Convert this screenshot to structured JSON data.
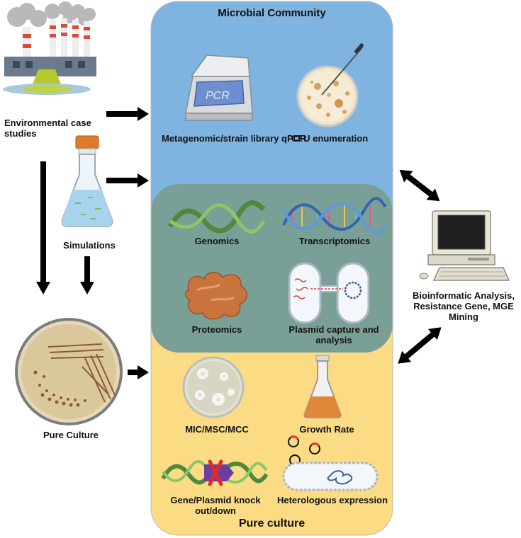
{
  "colors": {
    "top_panel": "#7fb3e0",
    "middle_panel": "#7a9f96",
    "bottom_panel": "#fbdc85",
    "arrow": "#000000"
  },
  "top_panel": {
    "title": "Microbial Community",
    "items": [
      {
        "icon": "pcr-machine-icon",
        "label": "Metagenomic/strain library qPCR"
      },
      {
        "icon": "petri-dish-colonies-icon",
        "label": "CFU enumeration"
      }
    ]
  },
  "middle_panel": {
    "items": [
      {
        "icon": "dna-strand-icon",
        "label": "Genomics"
      },
      {
        "icon": "double-helix-icon",
        "label": "Transcriptomics"
      },
      {
        "icon": "protein-icon",
        "label": "Proteomics"
      },
      {
        "icon": "plasmid-transfer-icon",
        "label": "Plasmid capture and analysis"
      }
    ]
  },
  "bottom_panel": {
    "title": "Pure culture",
    "items": [
      {
        "icon": "zone-of-inhibition-plate-icon",
        "label": "MIC/MSC/MCC"
      },
      {
        "icon": "culture-flask-icon",
        "label": "Growth Rate"
      },
      {
        "icon": "gene-knockout-icon",
        "label": "Gene/Plasmid knock out/down"
      },
      {
        "icon": "plasmid-uptake-icon",
        "label": "Heterologous expression"
      }
    ]
  },
  "left_column": {
    "environmental": {
      "icon": "factory-pollution-icon",
      "label": "Environmental case studies"
    },
    "simulations": {
      "icon": "flask-simulation-icon",
      "label": "Simulations"
    },
    "pure_culture": {
      "icon": "streak-plate-icon",
      "label": "Pure Culture"
    }
  },
  "right_column": {
    "computer": {
      "icon": "desktop-computer-icon",
      "label": "Bioinformatic Analysis, Resistance Gene, MGE Mining"
    }
  },
  "arrows": [
    {
      "name": "arrow-environment-to-community",
      "icon": "arrow-right-icon"
    },
    {
      "name": "arrow-simulations-to-community",
      "icon": "arrow-right-icon"
    },
    {
      "name": "arrow-environment-to-pure-culture",
      "icon": "arrow-down-icon"
    },
    {
      "name": "arrow-simulations-to-pure-culture",
      "icon": "arrow-down-icon"
    },
    {
      "name": "arrow-pure-culture-to-panel",
      "icon": "arrow-right-icon"
    },
    {
      "name": "arrow-community-computer",
      "icon": "double-arrow-icon"
    },
    {
      "name": "arrow-pureculture-computer",
      "icon": "double-arrow-icon"
    }
  ]
}
